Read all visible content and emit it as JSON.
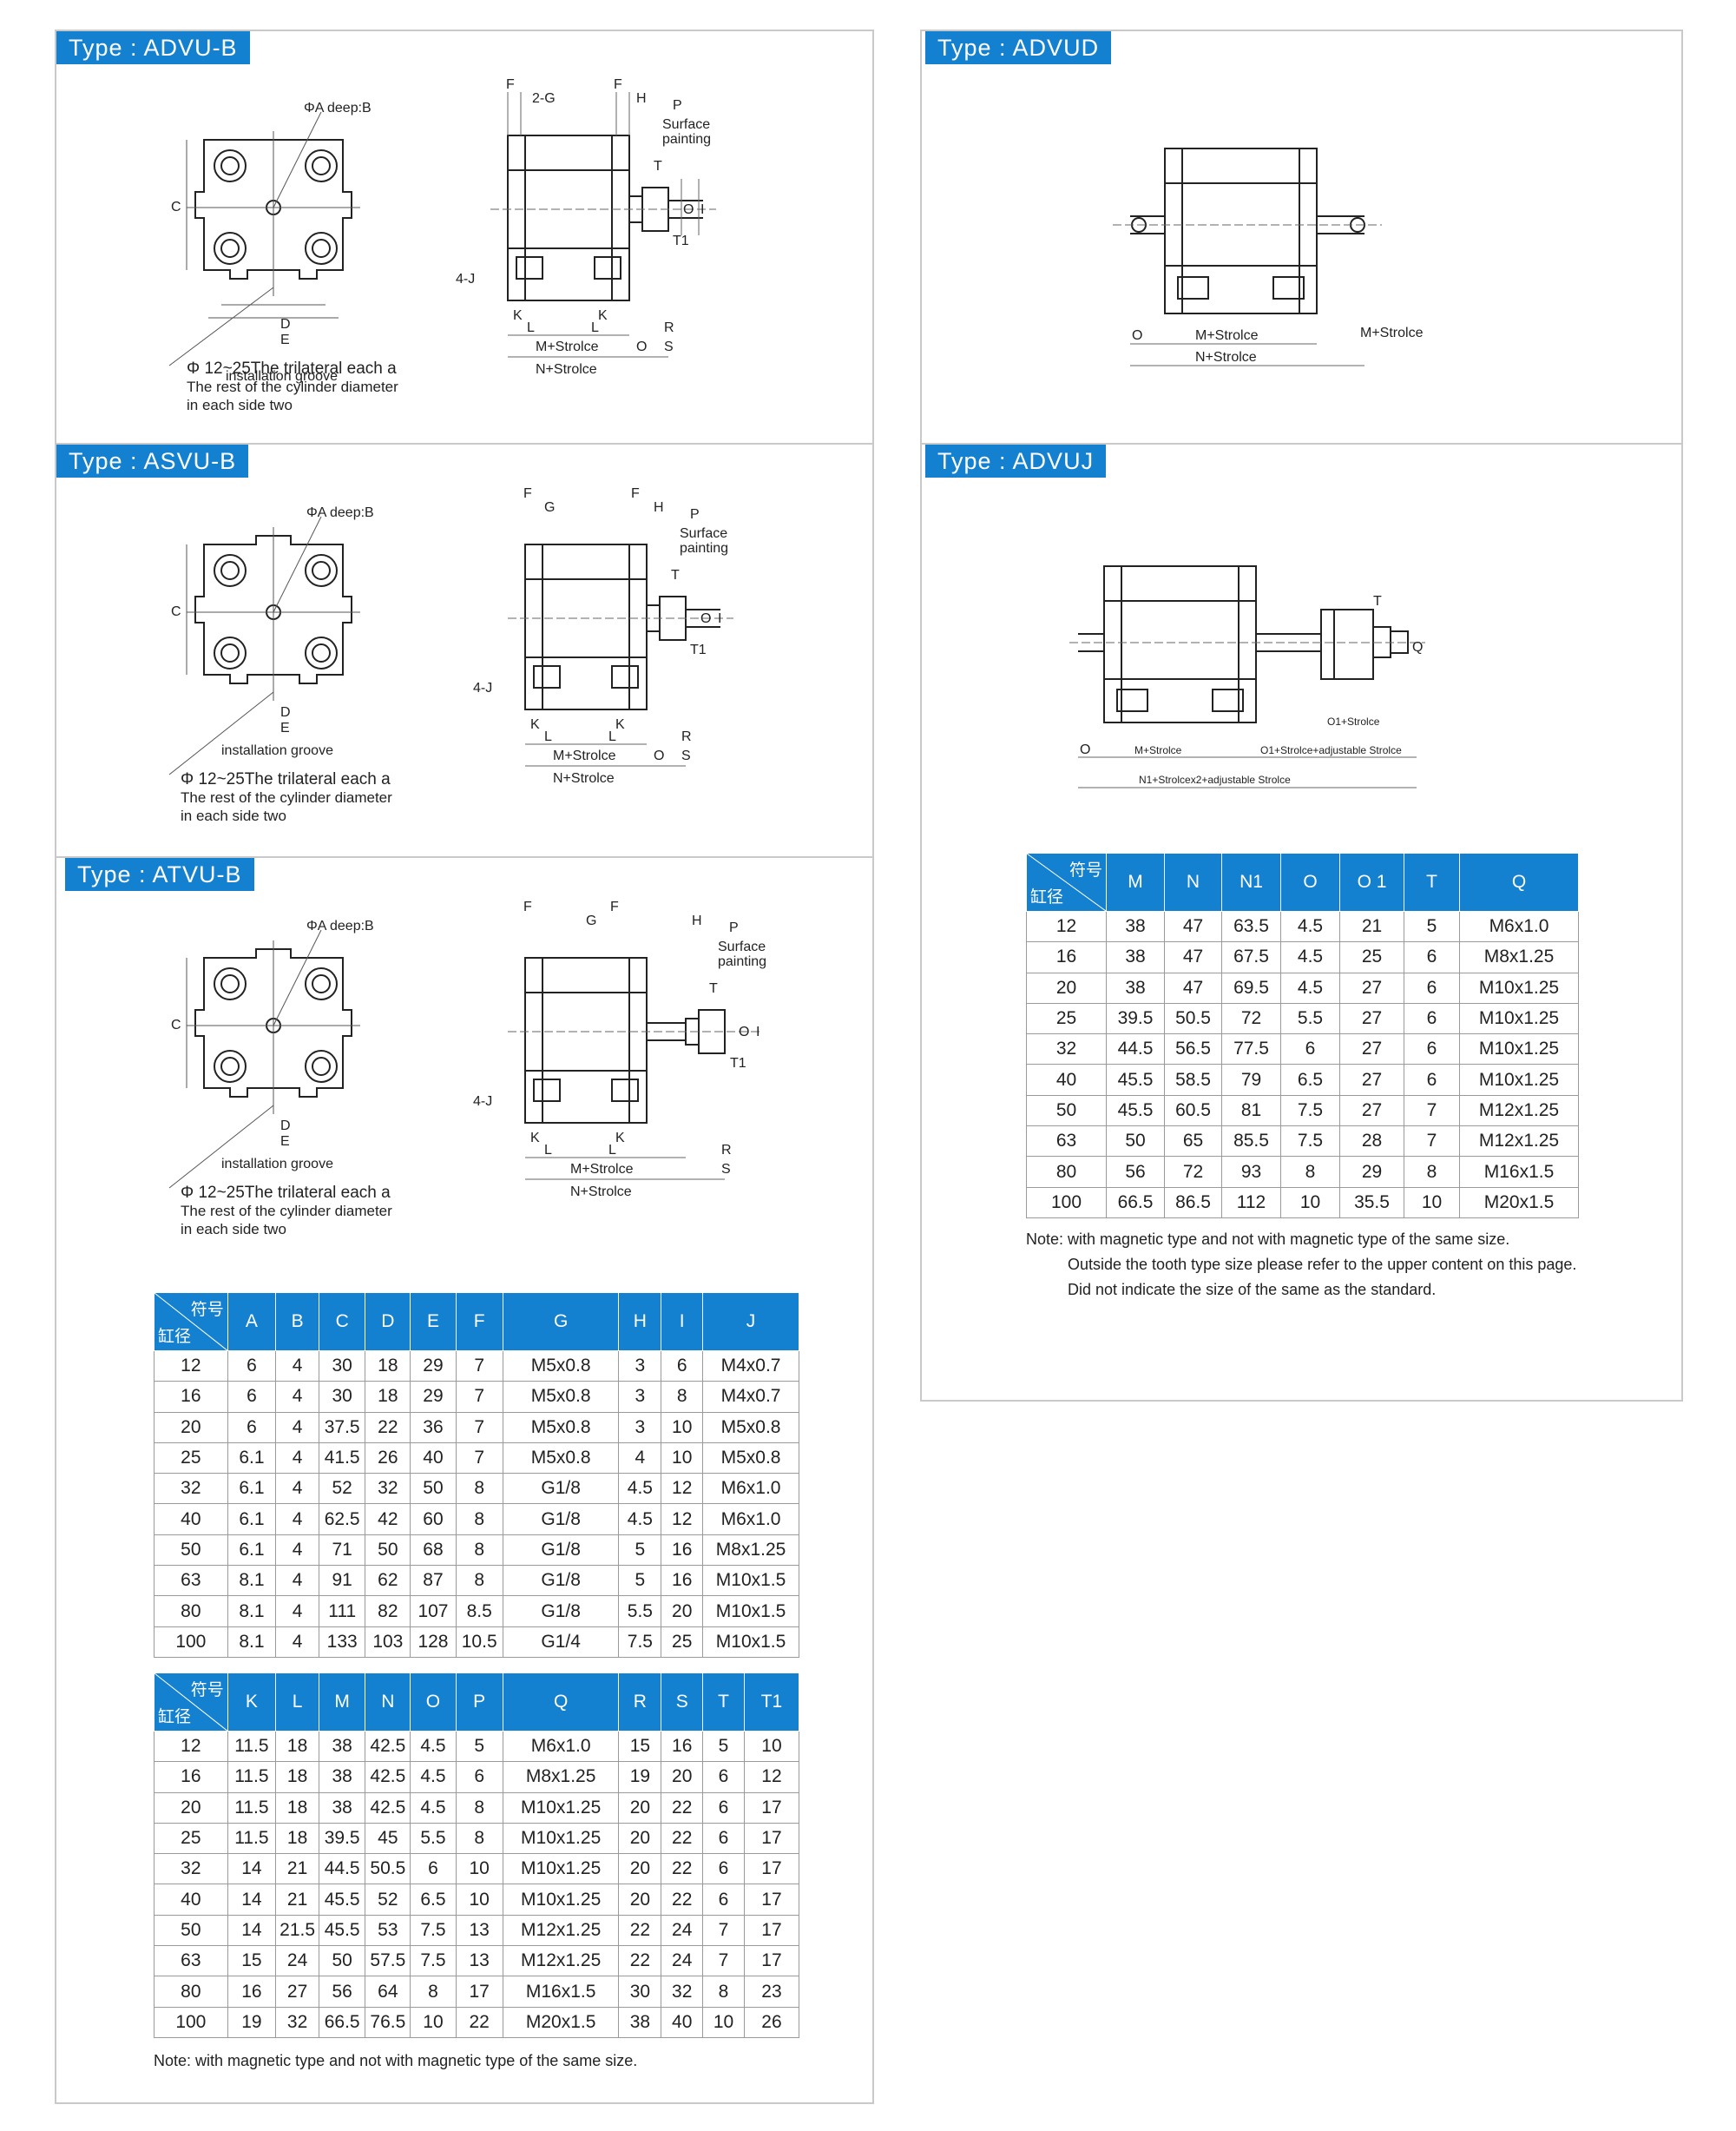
{
  "panels": {
    "advu_b": {
      "title": "Type : ADVU-B",
      "labels": {
        "a_deep": "ΦA deep:B",
        "c": "C",
        "d": "D",
        "e": "E",
        "f1": "F",
        "f2": "F",
        "g": "2-G",
        "h": "H",
        "p": "P",
        "surface": "Surface",
        "painting": "painting",
        "t": "T",
        "t1": "T1",
        "o_side": "O",
        "i_side": "I",
        "j": "4-J",
        "k1": "K",
        "k2": "K",
        "l1": "L",
        "l2": "L",
        "r": "R",
        "s": "S",
        "o": "O",
        "m_stroke": "M+Strolce",
        "n_stroke": "N+Strolce",
        "groove": "installation groove"
      },
      "notes": [
        "Φ 12~25The trilateral each a",
        "The rest of the cylinder diameter",
        "in each side two"
      ]
    },
    "asvu_b": {
      "title": "Type : ASVU-B",
      "labels": {
        "a_deep": "ΦA deep:B",
        "c": "C",
        "d": "D",
        "e": "E",
        "f1": "F",
        "f2": "F",
        "g": "G",
        "h": "H",
        "p": "P",
        "surface": "Surface",
        "painting": "painting",
        "t": "T",
        "t1": "T1",
        "o_side": "O",
        "i_side": "I",
        "j": "4-J",
        "k1": "K",
        "k2": "K",
        "l1": "L",
        "l2": "L",
        "r": "R",
        "s": "S",
        "o": "O",
        "m_stroke": "M+Strolce",
        "n_stroke": "N+Strolce",
        "groove": "installation groove"
      },
      "notes": [
        "Φ 12~25The trilateral each a",
        "The rest of the cylinder diameter",
        "in each side two"
      ]
    },
    "atvu_b": {
      "title": "Type : ATVU-B",
      "labels": {
        "a_deep": "ΦA deep:B",
        "c": "C",
        "d": "D",
        "e": "E",
        "f1": "F",
        "f2": "F",
        "g": "G",
        "h": "H",
        "p": "P",
        "surface": "Surface",
        "painting": "painting",
        "t": "T",
        "t1": "T1",
        "o_side": "O",
        "i_side": "I",
        "j": "4-J",
        "k1": "K",
        "k2": "K",
        "l1": "L",
        "l2": "L",
        "r": "R",
        "s": "S",
        "m_stroke": "M+Strolce",
        "n_stroke": "N+Strolce",
        "groove": "installation groove"
      },
      "notes": [
        "Φ 12~25The trilateral each a",
        "The rest of the cylinder diameter",
        "in each side two"
      ]
    },
    "advud": {
      "title": "Type : ADVUD",
      "labels": {
        "o": "O",
        "m_stroke_1": "M+Strolce",
        "m_stroke_2": "M+Strolce",
        "n_stroke": "N+Strolce"
      }
    },
    "advuj": {
      "title": "Type : ADVUJ",
      "labels": {
        "t": "T",
        "q": "Q",
        "o": "O",
        "m_stroke": "M+Strolce",
        "o1_stroke": "O1+Strolce",
        "o1_adj": "O1+Strolce+adjustable Strolce",
        "n1_stroke": "N1+Strolcex2+adjustable Strolce"
      }
    }
  },
  "table1": {
    "corner_top": "符号",
    "corner_bottom": "缸径",
    "headers": [
      "A",
      "B",
      "C",
      "D",
      "E",
      "F",
      "G",
      "H",
      "I",
      "J"
    ],
    "rows": [
      [
        "12",
        "6",
        "4",
        "30",
        "18",
        "29",
        "7",
        "M5x0.8",
        "3",
        "6",
        "M4x0.7"
      ],
      [
        "16",
        "6",
        "4",
        "30",
        "18",
        "29",
        "7",
        "M5x0.8",
        "3",
        "8",
        "M4x0.7"
      ],
      [
        "20",
        "6",
        "4",
        "37.5",
        "22",
        "36",
        "7",
        "M5x0.8",
        "3",
        "10",
        "M5x0.8"
      ],
      [
        "25",
        "6.1",
        "4",
        "41.5",
        "26",
        "40",
        "7",
        "M5x0.8",
        "4",
        "10",
        "M5x0.8"
      ],
      [
        "32",
        "6.1",
        "4",
        "52",
        "32",
        "50",
        "8",
        "G1/8",
        "4.5",
        "12",
        "M6x1.0"
      ],
      [
        "40",
        "6.1",
        "4",
        "62.5",
        "42",
        "60",
        "8",
        "G1/8",
        "4.5",
        "12",
        "M6x1.0"
      ],
      [
        "50",
        "6.1",
        "4",
        "71",
        "50",
        "68",
        "8",
        "G1/8",
        "5",
        "16",
        "M8x1.25"
      ],
      [
        "63",
        "8.1",
        "4",
        "91",
        "62",
        "87",
        "8",
        "G1/8",
        "5",
        "16",
        "M10x1.5"
      ],
      [
        "80",
        "8.1",
        "4",
        "111",
        "82",
        "107",
        "8.5",
        "G1/8",
        "5.5",
        "20",
        "M10x1.5"
      ],
      [
        "100",
        "8.1",
        "4",
        "133",
        "103",
        "128",
        "10.5",
        "G1/4",
        "7.5",
        "25",
        "M10x1.5"
      ]
    ]
  },
  "table2": {
    "corner_top": "符号",
    "corner_bottom": "缸径",
    "headers": [
      "K",
      "L",
      "M",
      "N",
      "O",
      "P",
      "Q",
      "R",
      "S",
      "T",
      "T1"
    ],
    "rows": [
      [
        "12",
        "11.5",
        "18",
        "38",
        "42.5",
        "4.5",
        "5",
        "M6x1.0",
        "15",
        "16",
        "5",
        "10"
      ],
      [
        "16",
        "11.5",
        "18",
        "38",
        "42.5",
        "4.5",
        "6",
        "M8x1.25",
        "19",
        "20",
        "6",
        "12"
      ],
      [
        "20",
        "11.5",
        "18",
        "38",
        "42.5",
        "4.5",
        "8",
        "M10x1.25",
        "20",
        "22",
        "6",
        "17"
      ],
      [
        "25",
        "11.5",
        "18",
        "39.5",
        "45",
        "5.5",
        "8",
        "M10x1.25",
        "20",
        "22",
        "6",
        "17"
      ],
      [
        "32",
        "14",
        "21",
        "44.5",
        "50.5",
        "6",
        "10",
        "M10x1.25",
        "20",
        "22",
        "6",
        "17"
      ],
      [
        "40",
        "14",
        "21",
        "45.5",
        "52",
        "6.5",
        "10",
        "M10x1.25",
        "20",
        "22",
        "6",
        "17"
      ],
      [
        "50",
        "14",
        "21.5",
        "45.5",
        "53",
        "7.5",
        "13",
        "M12x1.25",
        "22",
        "24",
        "7",
        "17"
      ],
      [
        "63",
        "15",
        "24",
        "50",
        "57.5",
        "7.5",
        "13",
        "M12x1.25",
        "22",
        "24",
        "7",
        "17"
      ],
      [
        "80",
        "16",
        "27",
        "56",
        "64",
        "8",
        "17",
        "M16x1.5",
        "30",
        "32",
        "8",
        "23"
      ],
      [
        "100",
        "19",
        "32",
        "66.5",
        "76.5",
        "10",
        "22",
        "M20x1.5",
        "38",
        "40",
        "10",
        "26"
      ]
    ],
    "note": "Note: with magnetic type and not with magnetic type of the same size."
  },
  "table3": {
    "corner_top": "符号",
    "corner_bottom": "缸径",
    "headers": [
      "M",
      "N",
      "N1",
      "O",
      "O 1",
      "T",
      "Q"
    ],
    "rows": [
      [
        "12",
        "38",
        "47",
        "63.5",
        "4.5",
        "21",
        "5",
        "M6x1.0"
      ],
      [
        "16",
        "38",
        "47",
        "67.5",
        "4.5",
        "25",
        "6",
        "M8x1.25"
      ],
      [
        "20",
        "38",
        "47",
        "69.5",
        "4.5",
        "27",
        "6",
        "M10x1.25"
      ],
      [
        "25",
        "39.5",
        "50.5",
        "72",
        "5.5",
        "27",
        "6",
        "M10x1.25"
      ],
      [
        "32",
        "44.5",
        "56.5",
        "77.5",
        "6",
        "27",
        "6",
        "M10x1.25"
      ],
      [
        "40",
        "45.5",
        "58.5",
        "79",
        "6.5",
        "27",
        "6",
        "M10x1.25"
      ],
      [
        "50",
        "45.5",
        "60.5",
        "81",
        "7.5",
        "27",
        "7",
        "M12x1.25"
      ],
      [
        "63",
        "50",
        "65",
        "85.5",
        "7.5",
        "28",
        "7",
        "M12x1.25"
      ],
      [
        "80",
        "56",
        "72",
        "93",
        "8",
        "29",
        "8",
        "M16x1.5"
      ],
      [
        "100",
        "66.5",
        "86.5",
        "112",
        "10",
        "35.5",
        "10",
        "M20x1.5"
      ]
    ],
    "notes": [
      "Note: with magnetic type and not with magnetic type of the same size.",
      "Outside the tooth type size please refer to the upper content on this page.",
      "Did not indicate the size of the same as the standard."
    ]
  }
}
